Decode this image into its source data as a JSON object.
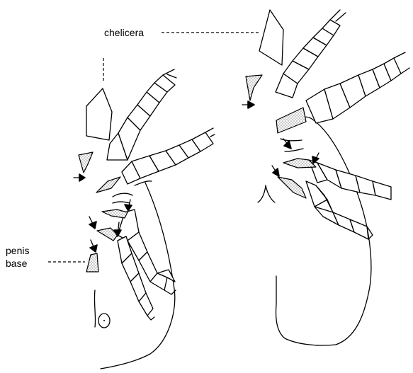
{
  "labels": {
    "chelicera": "chelicera",
    "penis_line1": "penis",
    "penis_line2": "base"
  },
  "colors": {
    "ink": "#000000",
    "background": "#ffffff"
  }
}
